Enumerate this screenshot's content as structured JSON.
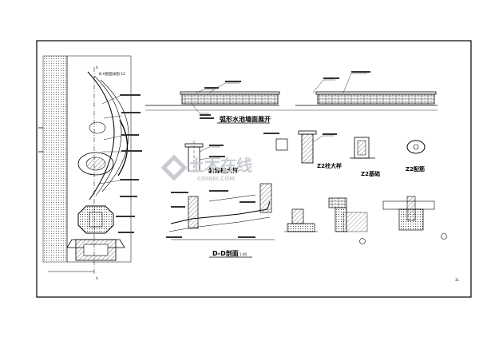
{
  "drawing": {
    "section_a_title": "B-A剖面详图-12",
    "elevation_title": "弧形水池墙面展开",
    "decor_title": "装饰柱大样",
    "col_detail_title": "Z2柱大样",
    "base_title": "Z2基础",
    "cap_title": "Z2配筋",
    "dd_title": "D-D剖面",
    "dd_scale": "1:40",
    "page_no": "31",
    "marker_top": "A",
    "marker_bottom": "A"
  },
  "watermark": {
    "brand": "土木在线",
    "sub": "COIBEI.COM"
  },
  "colors": {
    "line": "#000000",
    "paper": "#ffffff",
    "watermark": "#c8ccd2",
    "hatch": "#555555"
  }
}
